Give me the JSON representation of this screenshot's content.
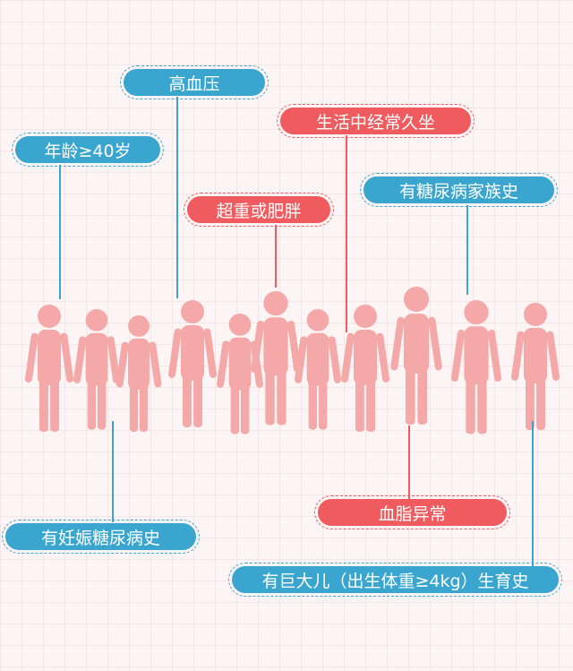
{
  "colors": {
    "blue": "#3aa6cf",
    "red": "#ef5b5f",
    "silhouette": "#f4a8a8"
  },
  "labels": {
    "hypertension": "高血压",
    "age": "年龄≥40岁",
    "sedentary": "生活中经常久坐",
    "overweight": "超重或肥胖",
    "family_history": "有糖尿病家族史",
    "gestational": "有妊娠糖尿病史",
    "dyslipidemia": "血脂异常",
    "macrosomia": "有巨大儿（出生体重≥4kg）生育史"
  }
}
